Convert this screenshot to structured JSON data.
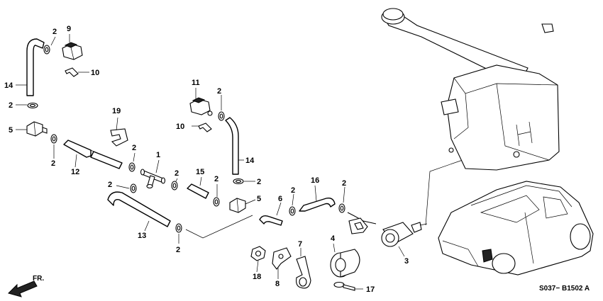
{
  "diagram_code": "S037− B1502 A",
  "direction_label": "FR.",
  "callouts": {
    "c1": "1",
    "c2": "2",
    "c3": "3",
    "c4": "4",
    "c5": "5",
    "c6": "6",
    "c7": "7",
    "c8": "8",
    "c9": "9",
    "c10": "10",
    "c11": "11",
    "c12": "12",
    "c13": "13",
    "c14": "14",
    "c15": "15",
    "c16": "16",
    "c17": "17",
    "c18": "18",
    "c19": "19"
  },
  "colors": {
    "line": "#000000",
    "background": "#ffffff"
  }
}
